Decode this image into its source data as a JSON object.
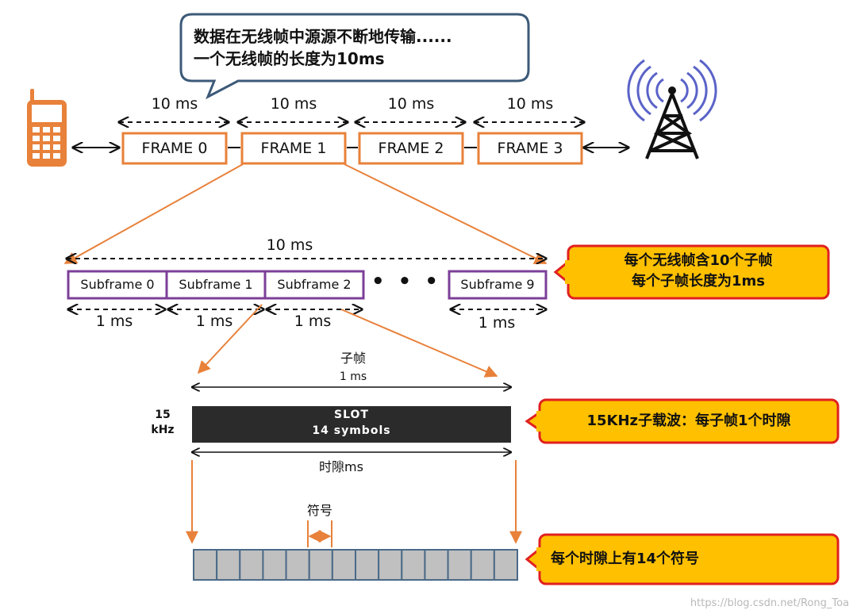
{
  "bubble": {
    "line1": "数据在无线帧中源源不断地传输......",
    "line2": "一个无线帧的长度为10ms"
  },
  "frames": {
    "duration_label": "10 ms",
    "items": [
      "FRAME 0",
      "FRAME 1",
      "FRAME 2",
      "FRAME 3"
    ]
  },
  "subframes": {
    "total_label": "10 ms",
    "items": [
      "Subframe 0",
      "Subframe 1",
      "Subframe 2",
      "Subframe 9"
    ],
    "ellipsis": "• • •",
    "duration_label": "1 ms"
  },
  "callouts": {
    "subframe_line1": "每个无线帧含10个子帧",
    "subframe_line2": "每个子帧长度为1ms",
    "slot": "15KHz子载波：每子帧1个时隙",
    "symbols": "每个时隙上有14个符号"
  },
  "slot_section": {
    "title": "子帧",
    "duration": "1 ms",
    "scs_line1": "15",
    "scs_line2": "kHz",
    "slot_label1": "SLOT",
    "slot_label2": "14 symbols",
    "slot_caption": "时隙ms",
    "symbol_label": "符号",
    "symbol_count": 14
  },
  "watermark": "https://blog.csdn.net/Rong_Toa",
  "colors": {
    "orange": "#e8813a",
    "purple": "#7c3f98",
    "callout_fill": "#ffc000",
    "callout_border": "#e02020",
    "bubble_border": "#3c5a78",
    "slot_fill": "#2b2b2b",
    "symbol_fill": "#c0c0c0",
    "symbol_border": "#4a6a88",
    "phone": "#e8813a"
  }
}
